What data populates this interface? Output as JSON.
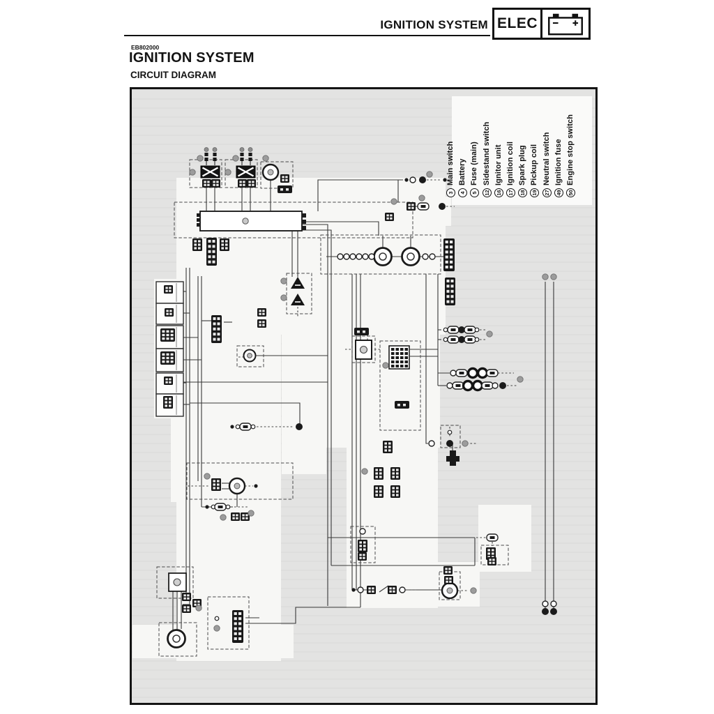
{
  "header": {
    "section_title": "IGNITION SYSTEM",
    "badge_label": "ELEC",
    "badge_icon": "battery-icon"
  },
  "title_block": {
    "code": "EB802000",
    "heading": "IGNITION SYSTEM",
    "subheading": "CIRCUIT DIAGRAM"
  },
  "legend": {
    "items": [
      {
        "num": "3",
        "label": "Main switch"
      },
      {
        "num": "4",
        "label": "Battery"
      },
      {
        "num": "5",
        "label": "Fuse (main)"
      },
      {
        "num": "12",
        "label": "Sidestand switch"
      },
      {
        "num": "16",
        "label": "Ignitor unit"
      },
      {
        "num": "17",
        "label": "Ignition coil"
      },
      {
        "num": "18",
        "label": "Spark plug"
      },
      {
        "num": "19",
        "label": "Pickup coil"
      },
      {
        "num": "27",
        "label": "Neutral switch"
      },
      {
        "num": "49",
        "label": "Ignition fuse"
      },
      {
        "num": "50",
        "label": "Engine stop switch"
      }
    ]
  },
  "colors": {
    "page_bg": "#ffffff",
    "diagram_bg": "#e3e3e2",
    "highlight": "#f7f7f5",
    "line": "#383838",
    "component_dark": "#1b1b1b"
  }
}
